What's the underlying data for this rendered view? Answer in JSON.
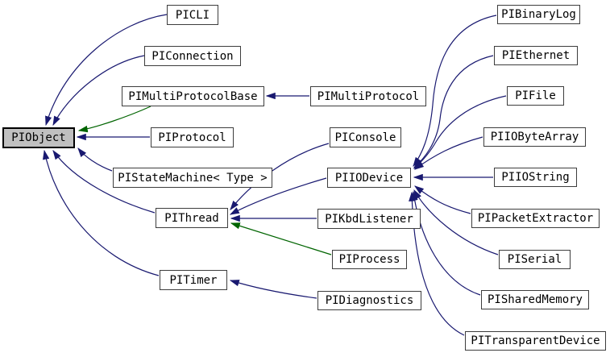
{
  "diagram": {
    "kind": "class-inheritance-graph",
    "base_class": "PIObject",
    "colors": {
      "public_inheritance_edge": "#191970",
      "protected_inheritance_edge": "#006400",
      "node_border": "#3d3d3d",
      "node_fill": "#ffffff",
      "selected_node_fill": "#c0c0c0",
      "text": "#000000",
      "background": "#ffffff"
    },
    "nodes": {
      "piobject": {
        "label": "PIObject",
        "selected": true
      },
      "picli": {
        "label": "PICLI"
      },
      "piconnection": {
        "label": "PIConnection"
      },
      "pimultiprotocolbase": {
        "label": "PIMultiProtocolBase"
      },
      "pimultiprotocol": {
        "label": "PIMultiProtocol"
      },
      "piprotocol": {
        "label": "PIProtocol"
      },
      "pistatemachine": {
        "label": "PIStateMachine< Type >"
      },
      "pithread": {
        "label": "PIThread"
      },
      "piconsole": {
        "label": "PIConsole"
      },
      "piiodevice": {
        "label": "PIIODevice"
      },
      "pikbdlistener": {
        "label": "PIKbdListener"
      },
      "piprocess": {
        "label": "PIProcess"
      },
      "pitimer": {
        "label": "PITimer"
      },
      "pidiagnostics": {
        "label": "PIDiagnostics"
      },
      "pibinarylog": {
        "label": "PIBinaryLog"
      },
      "piethernet": {
        "label": "PIEthernet"
      },
      "pifile": {
        "label": "PIFile"
      },
      "piiobytearray": {
        "label": "PIIOByteArray"
      },
      "piiostring": {
        "label": "PIIOString"
      },
      "pipacketextractor": {
        "label": "PIPacketExtractor"
      },
      "piserial": {
        "label": "PISerial"
      },
      "pisharedmemory": {
        "label": "PISharedMemory"
      },
      "pitransparentdevice": {
        "label": "PITransparentDevice"
      }
    },
    "edges": [
      {
        "from": "PICLI",
        "to": "PIObject",
        "type": "public"
      },
      {
        "from": "PIConnection",
        "to": "PIObject",
        "type": "public"
      },
      {
        "from": "PIMultiProtocolBase",
        "to": "PIObject",
        "type": "protected"
      },
      {
        "from": "PIProtocol",
        "to": "PIObject",
        "type": "public"
      },
      {
        "from": "PIStateMachine< Type >",
        "to": "PIObject",
        "type": "public"
      },
      {
        "from": "PIThread",
        "to": "PIObject",
        "type": "public"
      },
      {
        "from": "PITimer",
        "to": "PIObject",
        "type": "public"
      },
      {
        "from": "PIMultiProtocol",
        "to": "PIMultiProtocolBase",
        "type": "public"
      },
      {
        "from": "PIConsole",
        "to": "PIThread",
        "type": "public"
      },
      {
        "from": "PIIODevice",
        "to": "PIThread",
        "type": "public"
      },
      {
        "from": "PIKbdListener",
        "to": "PIThread",
        "type": "public"
      },
      {
        "from": "PIProcess",
        "to": "PIThread",
        "type": "protected"
      },
      {
        "from": "PIDiagnostics",
        "to": "PITimer",
        "type": "public"
      },
      {
        "from": "PIBinaryLog",
        "to": "PIIODevice",
        "type": "public"
      },
      {
        "from": "PIEthernet",
        "to": "PIIODevice",
        "type": "public"
      },
      {
        "from": "PIFile",
        "to": "PIIODevice",
        "type": "public"
      },
      {
        "from": "PIIOByteArray",
        "to": "PIIODevice",
        "type": "public"
      },
      {
        "from": "PIIOString",
        "to": "PIIODevice",
        "type": "public"
      },
      {
        "from": "PIPacketExtractor",
        "to": "PIIODevice",
        "type": "public"
      },
      {
        "from": "PISerial",
        "to": "PIIODevice",
        "type": "public"
      },
      {
        "from": "PISharedMemory",
        "to": "PIIODevice",
        "type": "public"
      },
      {
        "from": "PITransparentDevice",
        "to": "PIIODevice",
        "type": "public"
      }
    ]
  }
}
